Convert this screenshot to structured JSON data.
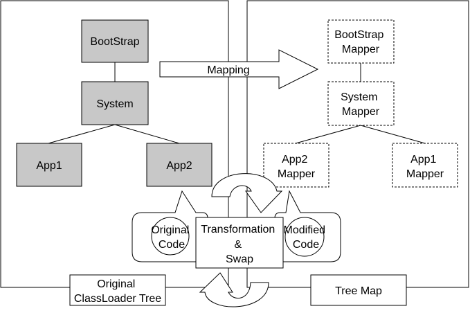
{
  "left_tree": {
    "bootstrap": "BootStrap",
    "system": "System",
    "app1": "App1",
    "app2": "App2",
    "caption": [
      "Original",
      "ClassLoader Tree"
    ]
  },
  "right_tree": {
    "bootstrap_mapper": [
      "BootStrap",
      "Mapper"
    ],
    "system_mapper": [
      "System",
      "Mapper"
    ],
    "app2_mapper": [
      "App2",
      "Mapper"
    ],
    "app1_mapper": [
      "App1",
      "Mapper"
    ],
    "caption": "Tree Map"
  },
  "mapping_arrow": {
    "label": "Mapping"
  },
  "transformation": {
    "label": [
      "Transformation",
      "&",
      "Swap"
    ],
    "original_code": [
      "Original",
      "Code"
    ],
    "modified_code": [
      "Modified",
      "Code"
    ]
  },
  "colors": {
    "node_fill": "#c8c8c8",
    "stroke": "#000000",
    "background": "#ffffff"
  }
}
